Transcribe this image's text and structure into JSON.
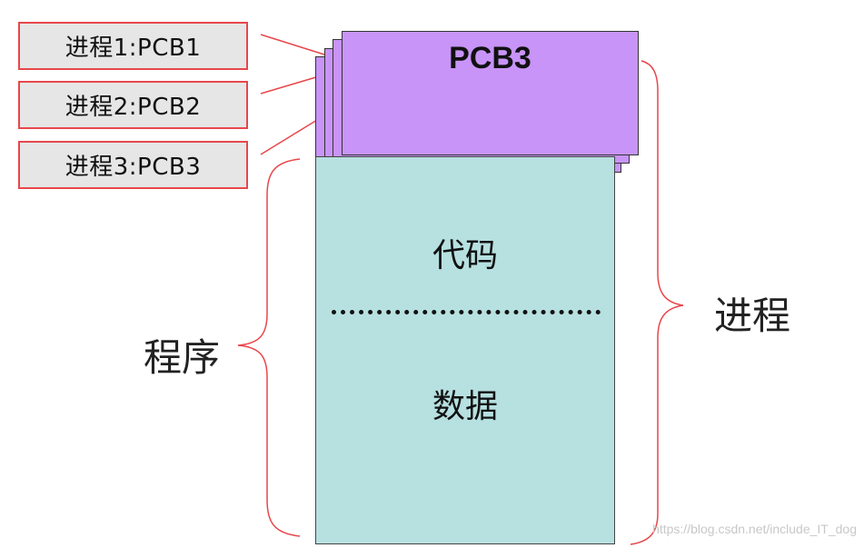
{
  "process_table": {
    "entries": [
      "进程1:PCB1",
      "进程2:PCB2",
      "进程3:PCB3"
    ]
  },
  "pcb": {
    "title": "PCB3"
  },
  "program_block": {
    "code_label": "代码",
    "data_label": "数据"
  },
  "braces": {
    "program_label": "程序",
    "process_label": "进程"
  },
  "watermark": "https://blog.csdn.net/include_IT_dog",
  "colors": {
    "pcb_fill": "#c894f7",
    "program_fill": "#b7e0e0",
    "entry_border": "#e8474b",
    "entry_fill": "#e6e6e6",
    "connector": "#e8474b"
  }
}
